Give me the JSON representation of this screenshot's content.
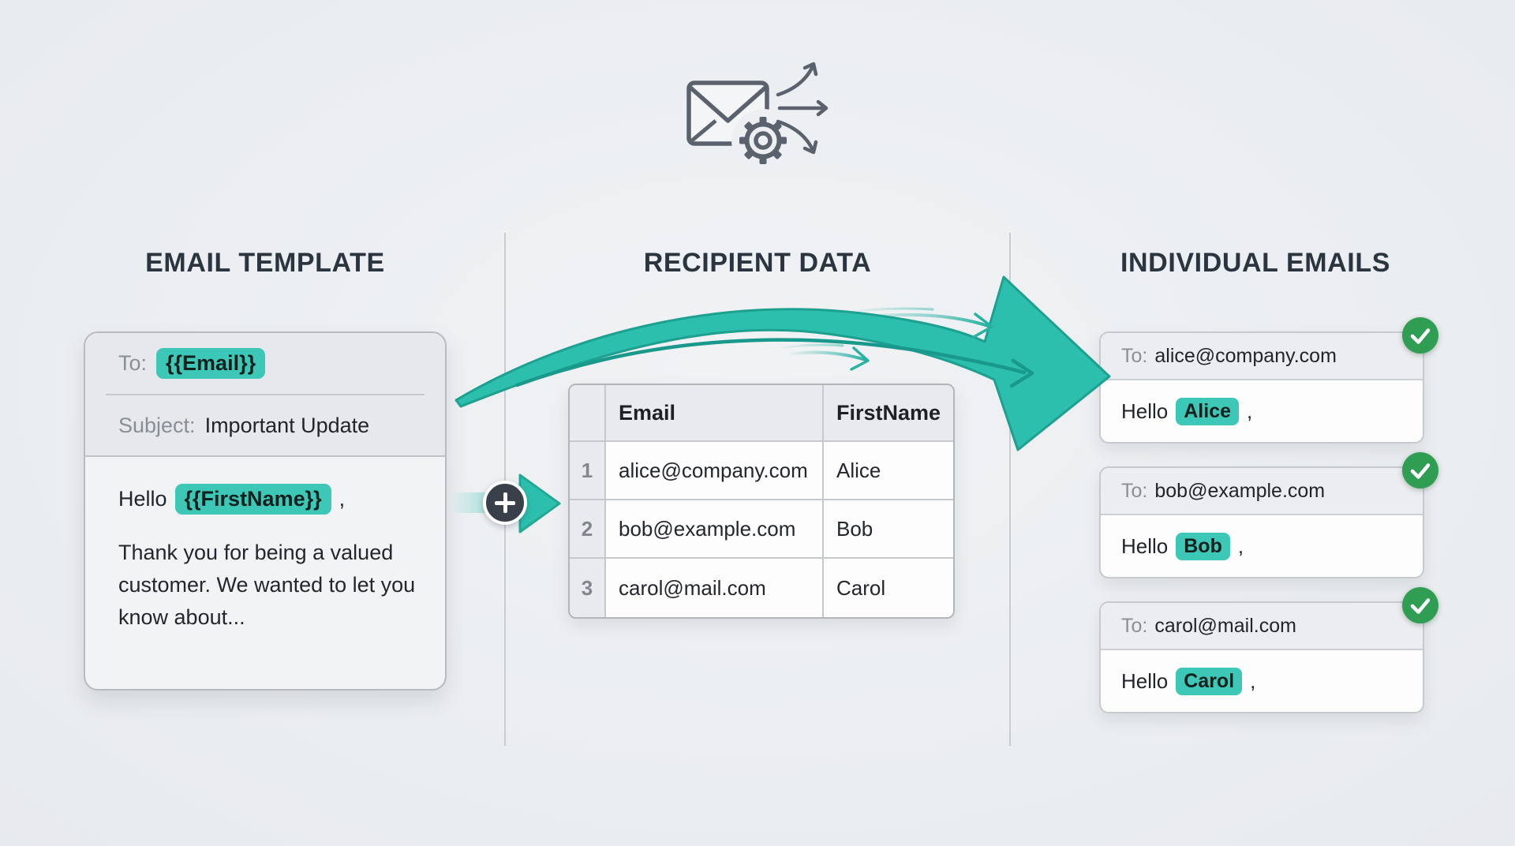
{
  "titles": {
    "template": "EMAIL TEMPLATE",
    "data": "RECIPIENT DATA",
    "emails": "INDIVIDUAL EMAILS"
  },
  "template_card": {
    "to_label": "To:",
    "to_value": "{{Email}}",
    "subject_label": "Subject:",
    "subject_value": "Important Update",
    "greeting_prefix": "Hello",
    "greeting_variable": "{{FirstName}}",
    "greeting_suffix": ",",
    "body_text": "Thank you for being a valued customer. We wanted to let you know about..."
  },
  "recipient_table": {
    "columns": [
      "Email",
      "FirstName"
    ],
    "rows": [
      {
        "num": "1",
        "email": "alice@company.com",
        "first_name": "Alice"
      },
      {
        "num": "2",
        "email": "bob@example.com",
        "first_name": "Bob"
      },
      {
        "num": "3",
        "email": "carol@mail.com",
        "first_name": "Carol"
      }
    ]
  },
  "individual_emails": [
    {
      "to_label": "To:",
      "to_value": "alice@company.com",
      "greeting_prefix": "Hello",
      "name": "Alice",
      "greeting_suffix": ","
    },
    {
      "to_label": "To:",
      "to_value": "bob@example.com",
      "greeting_prefix": "Hello",
      "name": "Bob",
      "greeting_suffix": ","
    },
    {
      "to_label": "To:",
      "to_value": "carol@mail.com",
      "greeting_prefix": "Hello",
      "name": "Carol",
      "greeting_suffix": ","
    }
  ],
  "icons": {
    "top_icon": "envelope-gear-fanout-icon",
    "plus_icon": "plus-merge-icon",
    "merge_arrow": "curved-swoosh-arrow",
    "check_icon": "sent-checkmark"
  },
  "colors": {
    "background": "#edeff2",
    "accent_teal": "#2dbfae",
    "chip_teal": "#3cc7b6",
    "success_green": "#2f9e52",
    "heading_dark": "#2b3540",
    "muted_gray": "#878f97",
    "plus_circle_dark": "#394049"
  }
}
